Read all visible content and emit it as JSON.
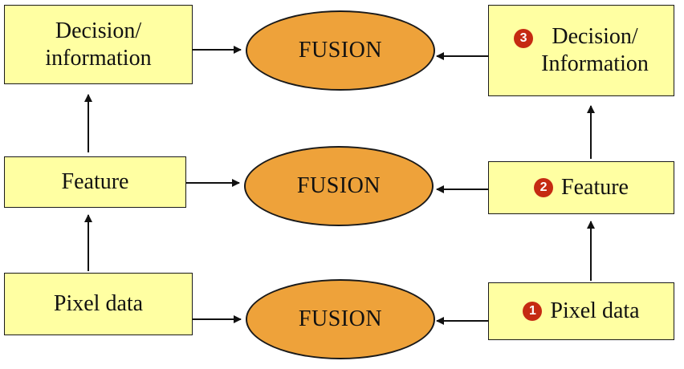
{
  "left_column": {
    "pixel": "Pixel data",
    "feature": "Feature",
    "decision": [
      "Decision/",
      "information"
    ]
  },
  "right_column": {
    "pixel": {
      "badge": "1",
      "label": "Pixel data"
    },
    "feature": {
      "badge": "2",
      "label": "Feature"
    },
    "decision": {
      "badge": "3",
      "lines": [
        "Decision/",
        "Information"
      ]
    }
  },
  "fusion": {
    "top": "FUSION",
    "middle": "FUSION",
    "bottom": "FUSION"
  },
  "colors": {
    "box_fill": "#ffffa2",
    "fusion_fill": "#eea23a",
    "badge_fill": "#c52a12",
    "stroke": "#1a1a1a"
  }
}
